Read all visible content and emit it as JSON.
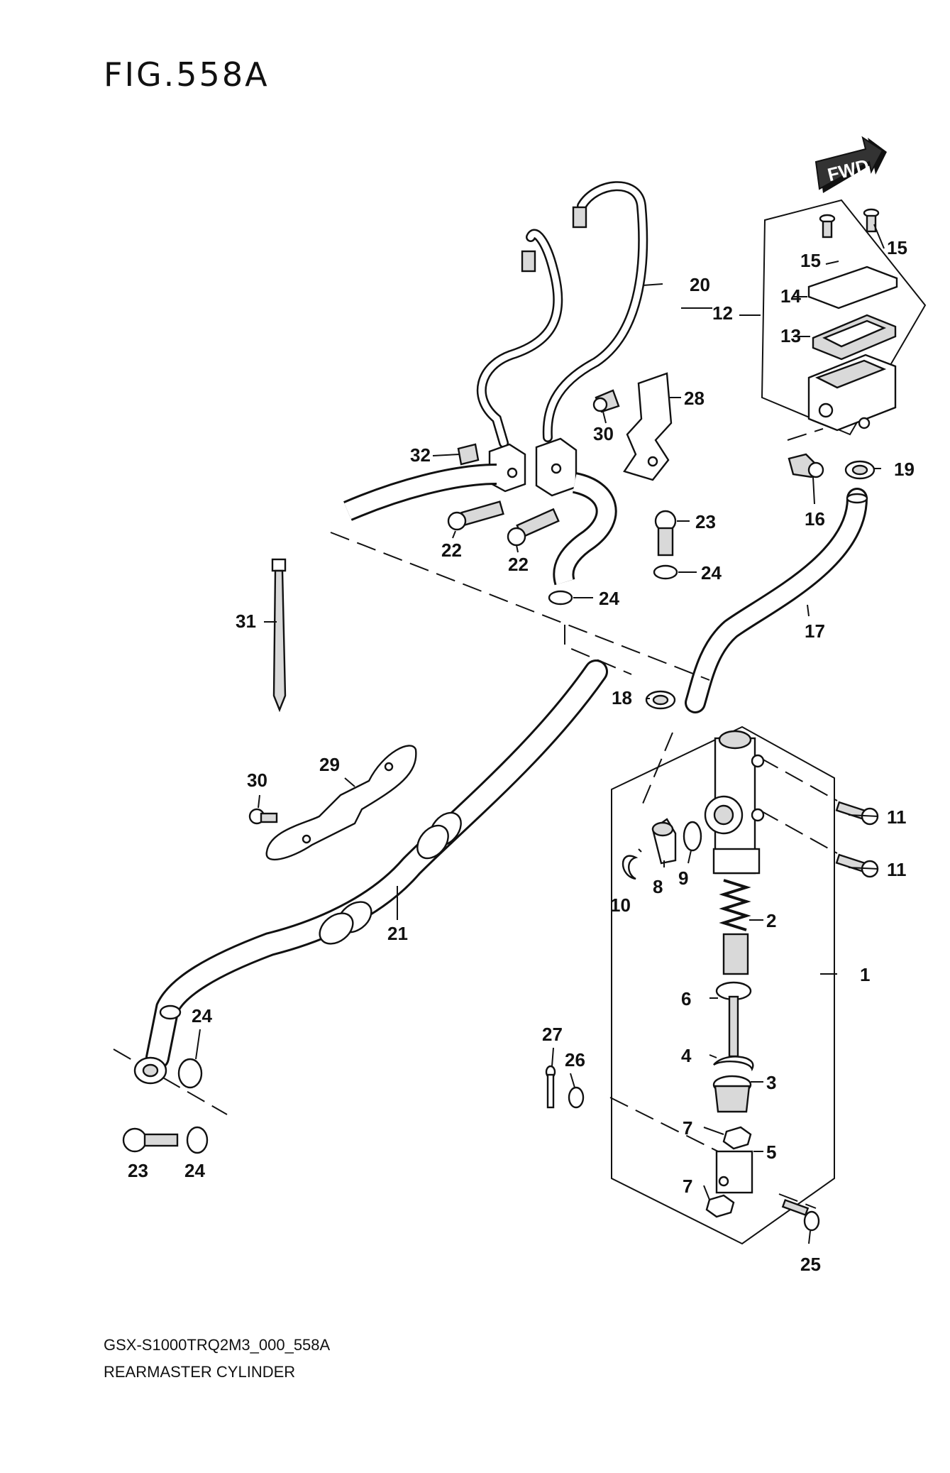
{
  "figure": {
    "title": "FIG.558A",
    "fwd_badge": "FWD"
  },
  "callouts": {
    "c1": "1",
    "c2": "2",
    "c3": "3",
    "c4": "4",
    "c5": "5",
    "c6": "6",
    "c7a": "7",
    "c7b": "7",
    "c8": "8",
    "c9": "9",
    "c10": "10",
    "c11a": "11",
    "c11b": "11",
    "c12": "12",
    "c13": "13",
    "c14": "14",
    "c15a": "15",
    "c15b": "15",
    "c16": "16",
    "c17": "17",
    "c18": "18",
    "c19": "19",
    "c20": "20",
    "c21": "21",
    "c22a": "22",
    "c22b": "22",
    "c23a": "23",
    "c23b": "23",
    "c24a": "24",
    "c24b": "24",
    "c24c": "24",
    "c24d": "24",
    "c25": "25",
    "c26": "26",
    "c27": "27",
    "c28": "28",
    "c29": "29",
    "c30a": "30",
    "c30b": "30",
    "c31": "31",
    "c32": "32"
  },
  "footer": {
    "code": "GSX-S1000TRQ2M3_000_558A",
    "name": "REARMASTER CYLINDER"
  }
}
